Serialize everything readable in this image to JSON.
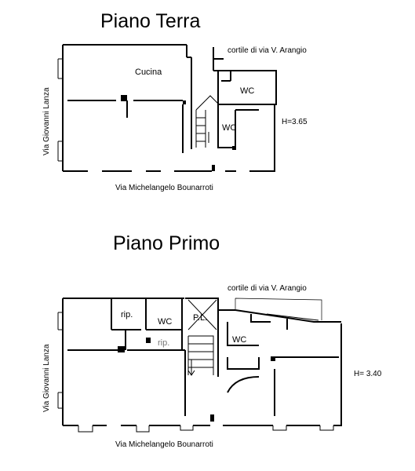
{
  "ground_floor": {
    "title": "Piano Terra",
    "courtyard": "cortile di via V. Arangio",
    "street_left": "Via Giovanni Lanza",
    "street_bottom": "Via Michelangelo Bounarroti",
    "height": "H=3.65",
    "rooms": {
      "kitchen": "Cucina",
      "wc1": "WC",
      "wc2": "WC"
    }
  },
  "first_floor": {
    "title": "Piano Primo",
    "courtyard": "cortile di via V. Arangio",
    "street_left": "Via Giovanni Lanza",
    "street_bottom": "Via Michelangelo Bounarroti",
    "height": "H= 3.40",
    "rooms": {
      "storage1": "rip.",
      "storage2": "rip.",
      "wc1": "WC",
      "landing": "P.L.",
      "wc2": "WC"
    }
  }
}
